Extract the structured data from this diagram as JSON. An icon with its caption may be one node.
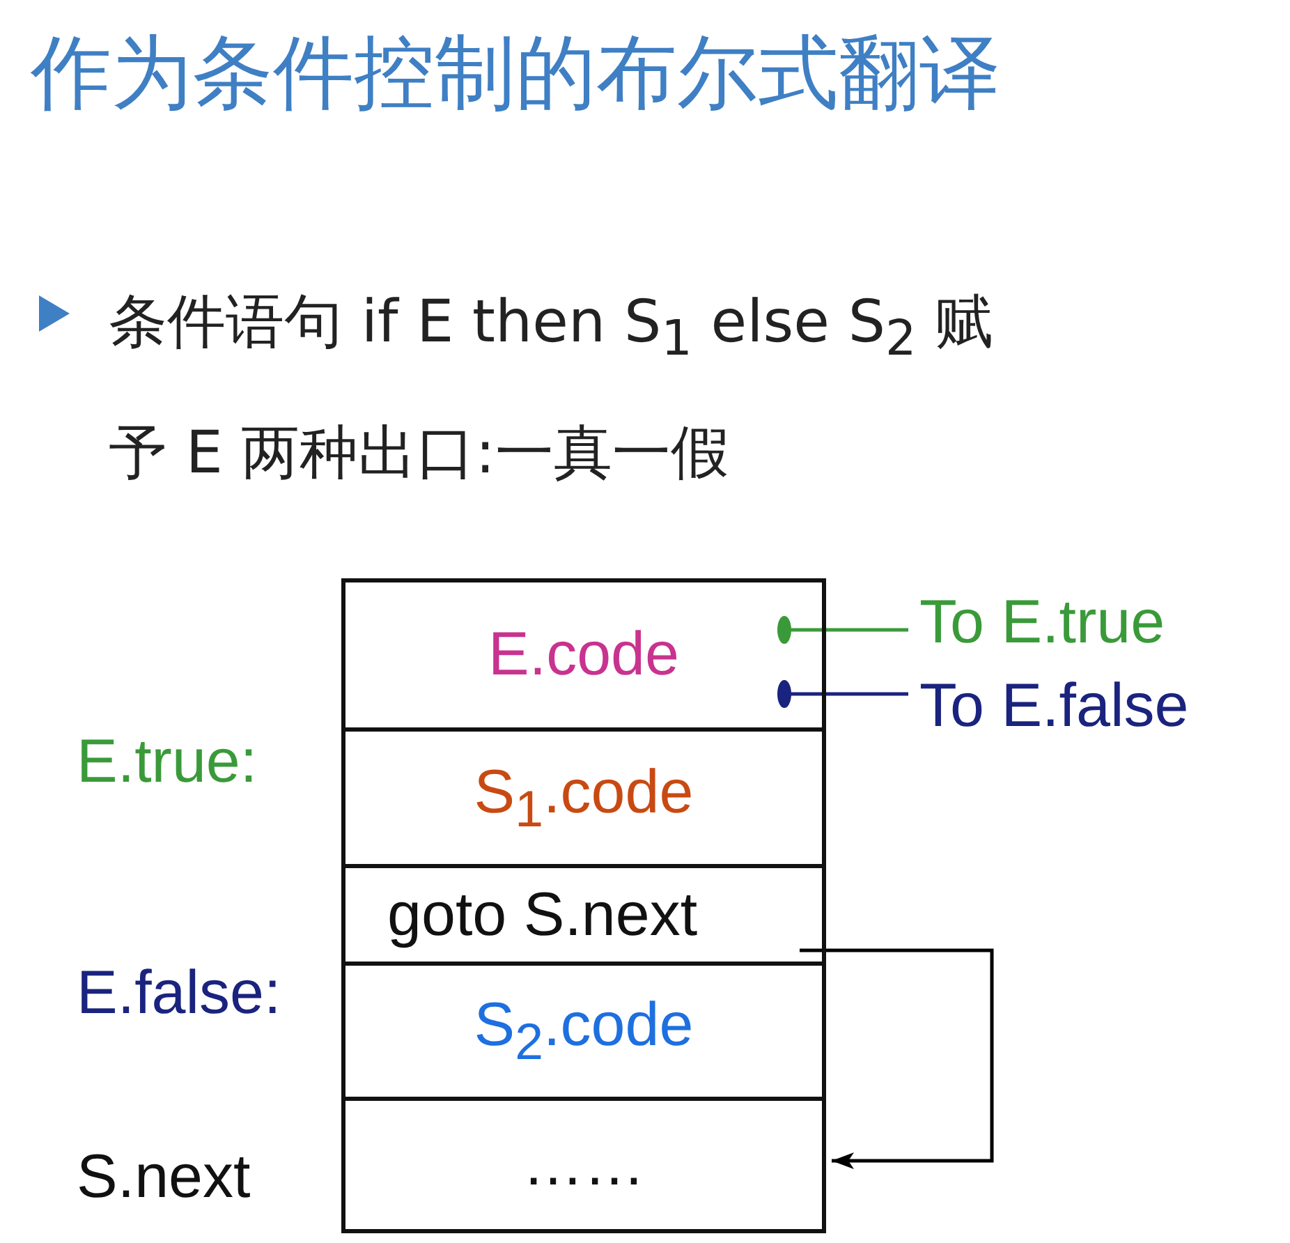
{
  "diagram": {
    "title": "作为条件控制的布尔式翻译",
    "nodes": [
      {
        "text": [
          "E.code"
        ]
      },
      {
        "text": [
          "S$_{1}$.code"
        ],
        "beside": [
          "E.true:"
        ]
      },
      {
        "text": [
          "goto S.next"
        ]
      },
      {
        "text": [
          "S$_{2}$.code"
        ],
        "beside": [
          "E.false:"
        ]
      },
      {
        "text": [
          "……"
        ],
        "beside": [
          "S.next"
        ]
      },
      {
        "text": [
          "To E.true"
        ]
      },
      {
        "text": [
          "To E.false"
        ]
      }
    ],
    "edges": [
      {
        "from": 0,
        "to": 5,
        "arrow": "other",
        "color": "#3a9a3a"
      },
      {
        "from": 0,
        "to": 6,
        "arrow": "other",
        "color": "#1a237e"
      },
      {
        "from": 2,
        "to": 4,
        "arrow": "to",
        "color": "#000000"
      }
    ],
    "labels": [
      "条件语句 if E then S$_{1}$ else S$_{2}$ 赋予 E 两种出口:一真一假"
    ]
  }
}
